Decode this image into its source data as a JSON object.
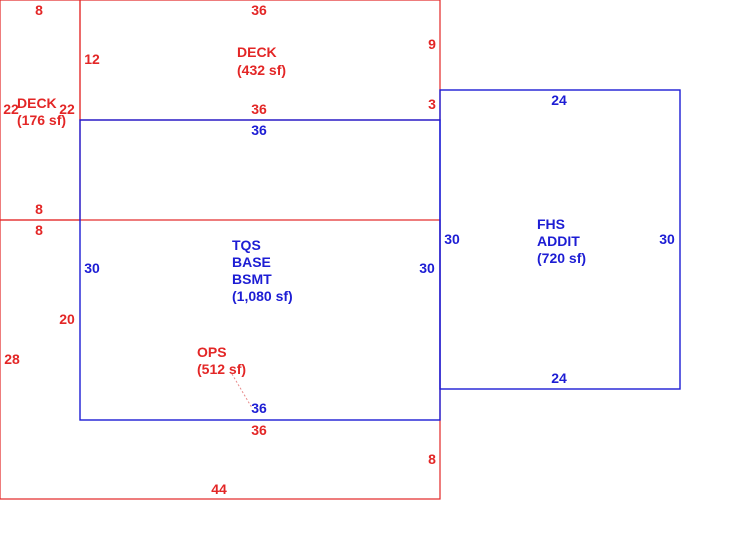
{
  "colors": {
    "red": "#e32626",
    "blue": "#1d1dd4",
    "leader": "#e88a8a",
    "background": "#ffffff"
  },
  "areas": {
    "deck_top": {
      "name": "DECK",
      "size": "(432 sf)"
    },
    "deck_left": {
      "name": "DECK",
      "size": "(176 sf)"
    },
    "base": {
      "line1": "TQS",
      "line2": "BASE",
      "line3": "BSMT",
      "size": "(1,080 sf)"
    },
    "addition": {
      "line1": "FHS",
      "line2": "ADDIT",
      "size": "(720 sf)"
    },
    "ops": {
      "name": "OPS",
      "size": "(512 sf)"
    }
  },
  "dimensions": {
    "deck_left_top": "8",
    "deck_top_top": "36",
    "deck_top_left": "12",
    "deck_top_right": "9",
    "deck_top_bottom": "36",
    "deck_left_left": "22",
    "deck_left_right": "22",
    "deck_left_bottom": "8",
    "ops_top_left": "8",
    "ops_left": "28",
    "ops_inner_left": "20",
    "ops_inner_top": "36",
    "ops_right": "8",
    "ops_bottom": "44",
    "base_top": "36",
    "base_left": "30",
    "base_right": "30",
    "base_bottom": "36",
    "addition_top": "24",
    "addition_left": "30",
    "addition_right": "30",
    "addition_bottom": "24",
    "addition_offset": "3"
  }
}
